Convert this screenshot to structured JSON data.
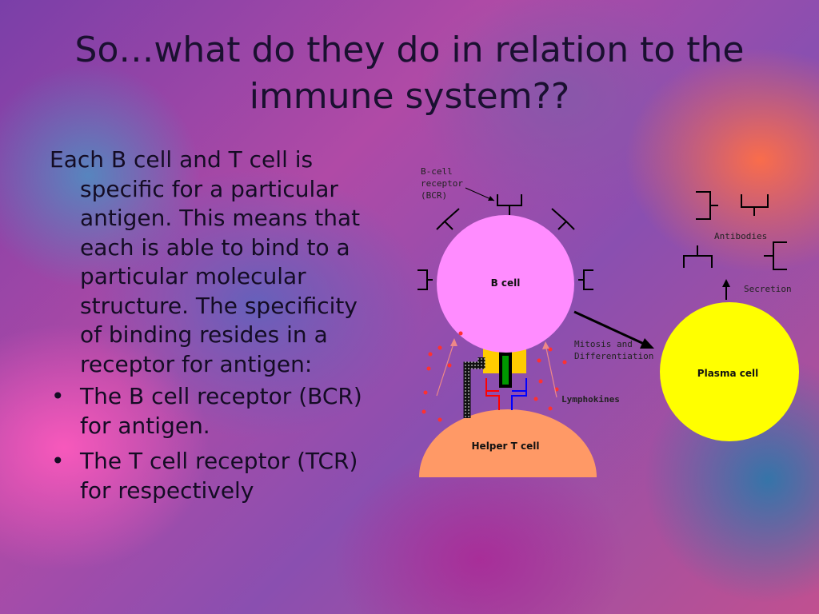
{
  "slide": {
    "title": "So…what do they do in relation to the immune system??",
    "paragraph": "Each B cell and T cell is specific for a particular antigen. This means that each is able to bind to a particular molecular structure. The specificity of binding resides in a receptor for antigen:",
    "bullets": [
      "The B cell receptor (BCR) for antigen.",
      "The T cell receptor (TCR) for respectively"
    ],
    "bullet_char": "•"
  },
  "diagram": {
    "labels": {
      "bcr_line1": "B-cell",
      "bcr_line2": "receptor",
      "bcr_line3": "(BCR)",
      "b_cell": "B cell",
      "antibodies": "Antibodies",
      "secretion": "Secretion",
      "mitosis_line1": "Mitosis and",
      "mitosis_line2": "Differentiation",
      "plasma_cell": "Plasma cell",
      "lymphokines": "Lymphokines",
      "helper_t_cell": "Helper T cell"
    },
    "colors": {
      "b_cell": "#ff8cff",
      "plasma_cell": "#ffff00",
      "helper_t_cell": "#ff9966",
      "lymphokines": "#ff3030",
      "receptor_yellow": "#ffcc00",
      "tcr_red": "#ff0000",
      "tcr_blue": "#0000ff",
      "antigen_green": "#009900"
    }
  }
}
